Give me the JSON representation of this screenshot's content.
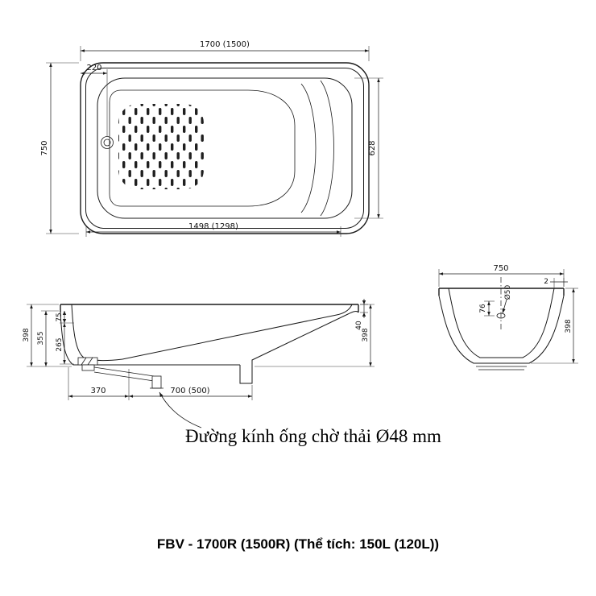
{
  "colors": {
    "ink": "#1a1a1a",
    "paper": "#ffffff"
  },
  "caption": "FBV - 1700R (1500R) (Thể tích: 150L (120L))",
  "annotation": {
    "drain_note": "Đường kính ống chờ thải Ø48 mm"
  },
  "top_view": {
    "overall_length": "1700 (1500)",
    "drain_offset": "220",
    "overall_width": "750",
    "inner_width": "628",
    "inner_length": "1498 (1298)"
  },
  "side_view": {
    "overall_height_left": "398",
    "inner_depth": "355",
    "overflow_offset": "75",
    "drain_depth": "265",
    "rim_height": "40",
    "overall_height_right": "398",
    "drain_span": "370",
    "base_span": "700 (500)"
  },
  "end_view": {
    "overall_width": "750",
    "rim_edge": "2",
    "drain_diameter": "Ø50",
    "drain_offset": "76",
    "overall_height": "398"
  }
}
